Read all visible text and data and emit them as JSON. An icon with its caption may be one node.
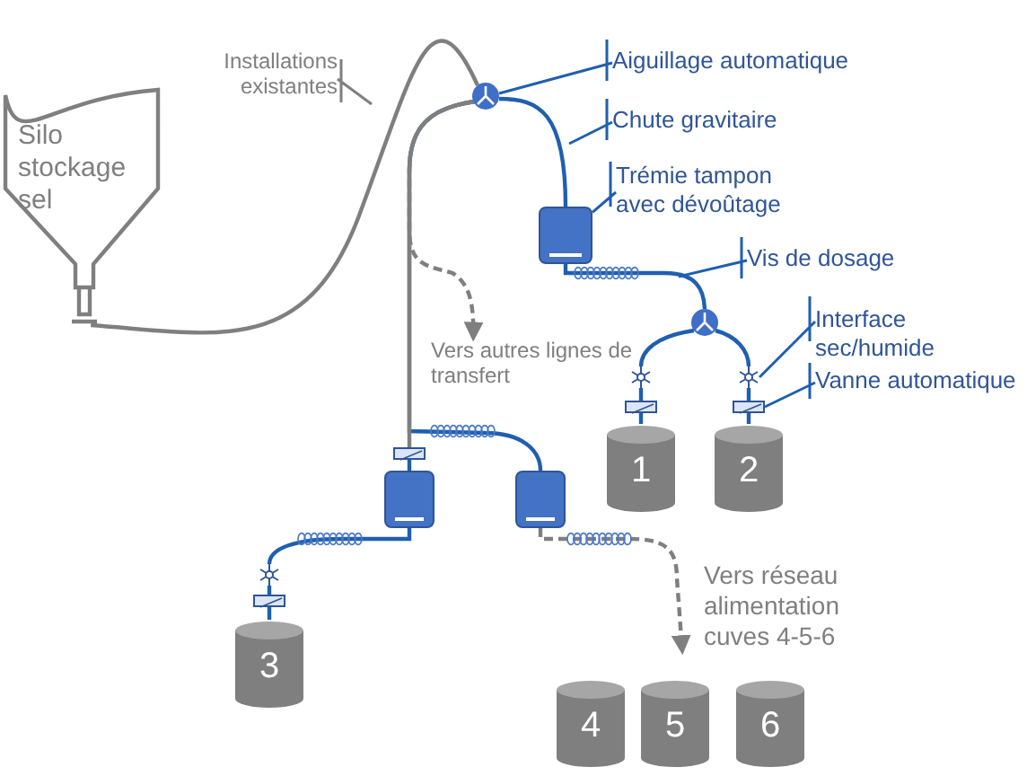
{
  "diagram": {
    "nodes": [
      {
        "text": [
          "Silo stockage sel"
        ]
      },
      {
        "text": [
          "Installations existantes"
        ]
      },
      {
        "text": [],
        "shape": "circle"
      },
      {
        "text": [
          "Aiguillage automatique"
        ]
      },
      {
        "text": [
          "Chute gravitaire"
        ]
      },
      {
        "text": [],
        "shape": "box"
      },
      {
        "text": [
          "Trémie tampon avec dévoûtage"
        ]
      },
      {
        "text": [
          "Vis de dosage"
        ]
      },
      {
        "text": [],
        "shape": "circle"
      },
      {
        "text": [
          "Interface sec/humide"
        ]
      },
      {
        "text": [
          "Vanne automatique"
        ]
      },
      {
        "text": [
          "Vers autres lignes de transfert"
        ]
      },
      {
        "text": [],
        "shape": "valve"
      },
      {
        "text": [],
        "shape": "bar"
      },
      {
        "text": [],
        "shape": "valve"
      },
      {
        "text": [],
        "shape": "bar"
      },
      {
        "text": [
          "1"
        ]
      },
      {
        "text": [
          "2"
        ]
      },
      {
        "text": [],
        "shape": "bar"
      },
      {
        "text": [],
        "shape": "box"
      },
      {
        "text": [],
        "shape": "box"
      },
      {
        "text": [],
        "shape": "valve"
      },
      {
        "text": [],
        "shape": "bar"
      },
      {
        "text": [
          "3"
        ]
      },
      {
        "text": [
          "Vers réseau alimentation cuves 4-5-6"
        ]
      },
      {
        "text": [
          "4"
        ]
      },
      {
        "text": [
          "5"
        ]
      },
      {
        "text": [
          "6"
        ]
      }
    ],
    "edges": [
      {
        "from": 0,
        "to": 2,
        "arrow": "none",
        "color": "#7f7f7f"
      },
      {
        "from": 1,
        "to": null,
        "arrow": "none",
        "color": "#7f7f7f"
      },
      {
        "from": 3,
        "to": 2,
        "arrow": "none"
      },
      {
        "from": 4,
        "to": null,
        "arrow": "none"
      },
      {
        "from": 2,
        "to": 5,
        "arrow": "none"
      },
      {
        "from": 6,
        "to": 5,
        "arrow": "none"
      },
      {
        "from": 5,
        "to": 8,
        "arrow": "none"
      },
      {
        "from": 7,
        "to": null,
        "arrow": "none"
      },
      {
        "from": 8,
        "to": 12,
        "arrow": "none"
      },
      {
        "from": 12,
        "to": 13,
        "arrow": "none"
      },
      {
        "from": 13,
        "to": 16,
        "arrow": "none"
      },
      {
        "from": 8,
        "to": 14,
        "arrow": "none"
      },
      {
        "from": 14,
        "to": 15,
        "arrow": "none"
      },
      {
        "from": 15,
        "to": 17,
        "arrow": "none"
      },
      {
        "from": 9,
        "to": 14,
        "arrow": "none"
      },
      {
        "from": 10,
        "to": 15,
        "arrow": "none"
      },
      {
        "from": 2,
        "to": 18,
        "arrow": "none",
        "color": "#7f7f7f"
      },
      {
        "from": 18,
        "to": 19,
        "arrow": "none"
      },
      {
        "from": 2,
        "to": 11,
        "arrow": "to",
        "style": "dashed",
        "color": "#7f7f7f"
      },
      {
        "from": 2,
        "to": 20,
        "arrow": "none"
      },
      {
        "from": 19,
        "to": 21,
        "arrow": "none"
      },
      {
        "from": 21,
        "to": 22,
        "arrow": "none"
      },
      {
        "from": 22,
        "to": 23,
        "arrow": "none"
      },
      {
        "from": 20,
        "to": 24,
        "arrow": "to",
        "style": "dashed",
        "color": "#7f7f7f"
      }
    ]
  }
}
